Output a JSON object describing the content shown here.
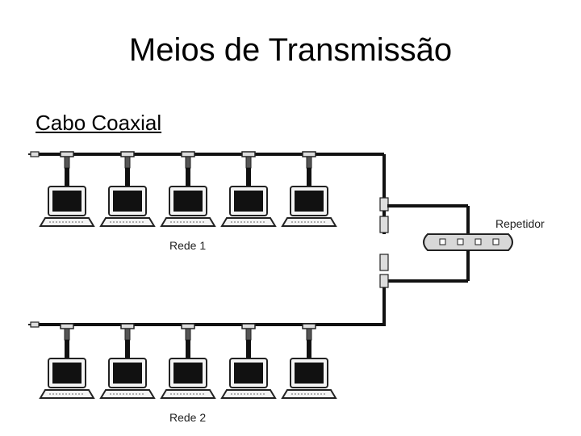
{
  "slide": {
    "title": "Meios de Transmissão",
    "subtitle": "Cabo Coaxial"
  },
  "diagram": {
    "network_1_label": "Rede 1",
    "network_2_label": "Rede 2",
    "repeater_label": "Repetidor",
    "computers_per_network": 5
  }
}
